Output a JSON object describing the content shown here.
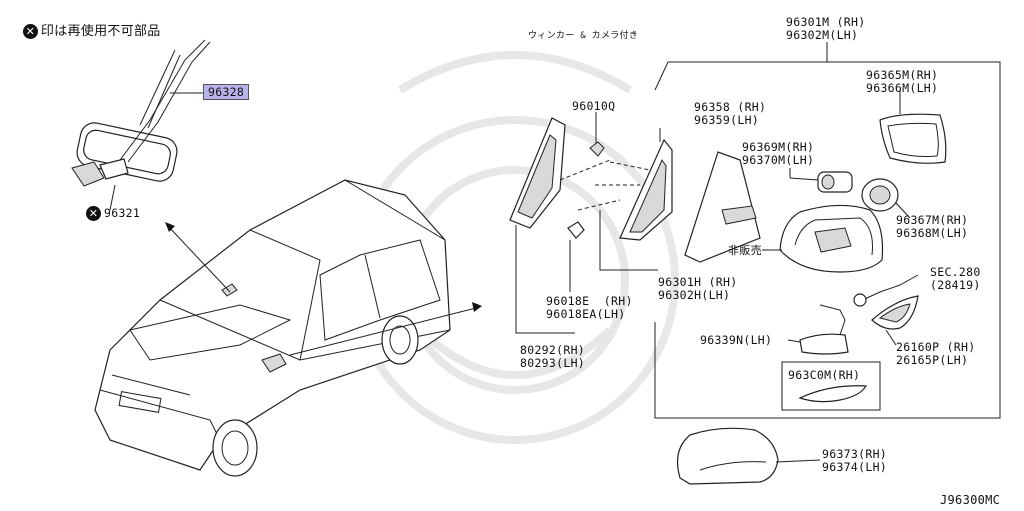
{
  "note": {
    "icon": "x-circle-icon",
    "text": "印は再使用不可部品"
  },
  "header_note": "ウィンカー & カメラ付き",
  "figure_code": "J96300MC",
  "labels": {
    "p96328": "96328",
    "p96321": "96321",
    "p96301M": "96301M (RH)\n96302M(LH)",
    "p96365M": "96365M(RH)\n96366M(LH)",
    "p96010Q": "96010Q",
    "p96358": "96358 (RH)\n96359(LH)",
    "p96369M": "96369M(RH)\n96370M(LH)",
    "p96367M": "96367M(RH)\n96368M(LH)",
    "hibanbai": "非販売",
    "sec280": "SEC.280\n(28419)",
    "p96301H": "96301H (RH)\n96302H(LH)",
    "p96018E": "96018E  (RH)\n96018EA(LH)",
    "p96339N": "96339N(LH)",
    "p26160P": "26160P (RH)\n26165P(LH)",
    "p80292": "80292(RH)\n80293(LH)",
    "p963C0M": "963C0M(RH)",
    "p96373": "96373(RH)\n96374(LH)"
  },
  "colors": {
    "highlight": "#b7b3ea"
  }
}
